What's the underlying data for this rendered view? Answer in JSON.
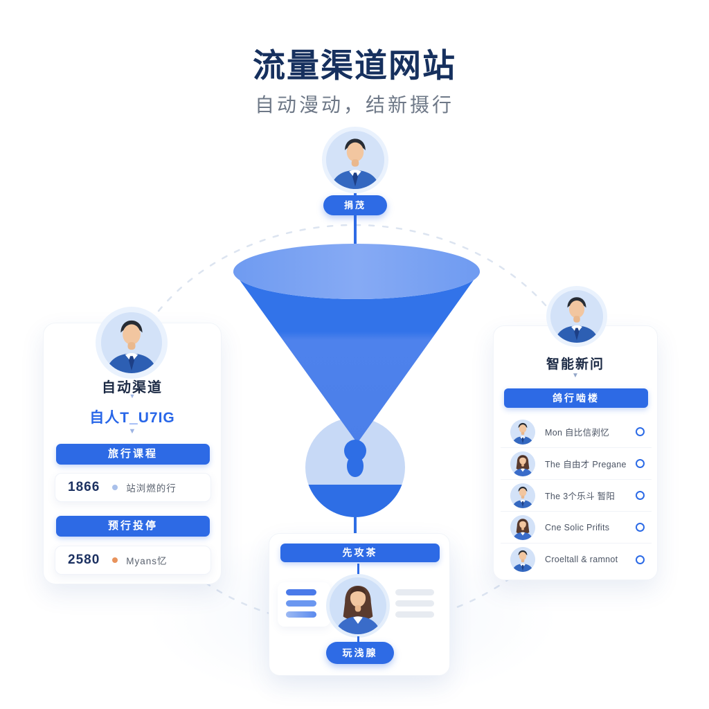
{
  "header": {
    "title": "流量渠道网站",
    "subtitle": "自动漫动，结新摄行"
  },
  "top_flow": {
    "avatar": "male",
    "pill_label": "捐茂"
  },
  "funnel": {
    "type": "funnel-cone",
    "colors": {
      "top_surface": "#7da5f3",
      "body_upper": "#3273e9",
      "body_lower": "#4e82ec",
      "outlet_circle_light": "#c7d9f6",
      "outlet_circle_dark": "#2e6ee5",
      "connector": "#2e6be5"
    }
  },
  "left_card": {
    "avatar": "male",
    "title": "自动渠道",
    "subtitle_link": "自人T_U7IG",
    "sections": [
      {
        "button": "旅行课程",
        "value": "1866",
        "label": "站浏燃的行",
        "dot_color": "#a9c0ea"
      },
      {
        "button": "预行投停",
        "value": "2580",
        "label": "Myans忆",
        "dot_color": "#e8935c"
      }
    ]
  },
  "right_card": {
    "avatar": "male",
    "title": "智能新问",
    "button_label": "鸽行啮楼",
    "items": [
      {
        "label": "Mon 自比信剥忆",
        "avatar": "male",
        "icon": "ring-icon"
      },
      {
        "label": "The 自由才 Pregane",
        "avatar": "female",
        "icon": "ring-icon"
      },
      {
        "label": "The 3个乐斗 暂阳",
        "avatar": "male",
        "icon": "ring-icon"
      },
      {
        "label": "Cne Solic Prifits",
        "avatar": "female",
        "icon": "ring-icon"
      },
      {
        "label": "Croeltall & ramnot",
        "avatar": "male",
        "icon": "ring-icon"
      }
    ]
  },
  "bottom_card": {
    "top_button_label": "先攻茶",
    "avatar": "female",
    "pill_label": "玩浅腺"
  },
  "colors": {
    "accent_blue": "#2e6be5",
    "title_navy": "#16305e",
    "subtitle_gray": "#6e7887",
    "stat_value_navy": "#1c3161",
    "dot_blue": "#a9c0ea",
    "dot_orange": "#e8935c",
    "dashed_circle": "#dce4f0"
  }
}
